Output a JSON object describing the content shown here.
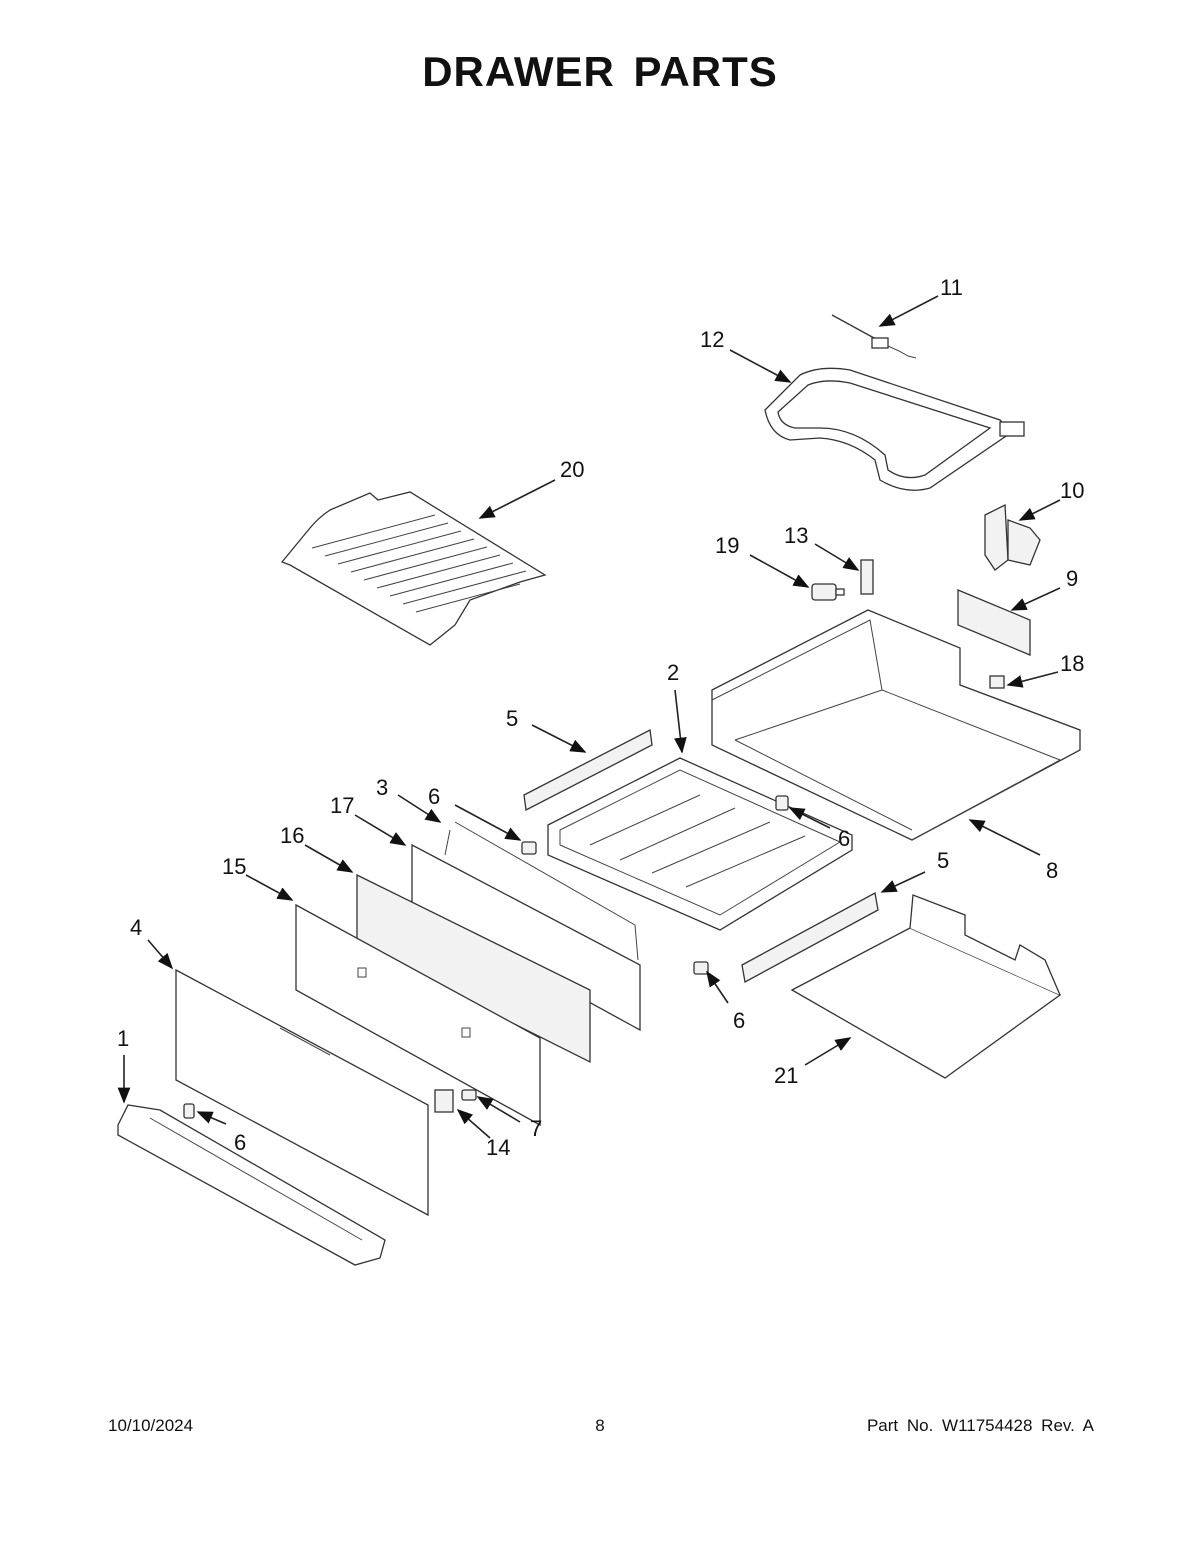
{
  "title": "DRAWER PARTS",
  "callouts": {
    "c1": "1",
    "c2": "2",
    "c3": "3",
    "c4": "4",
    "c5a": "5",
    "c5b": "5",
    "c6a": "6",
    "c6b": "6",
    "c6c": "6",
    "c6d": "6",
    "c7": "7",
    "c8": "8",
    "c9": "9",
    "c10": "10",
    "c11": "11",
    "c12": "12",
    "c13": "13",
    "c14": "14",
    "c15": "15",
    "c16": "16",
    "c17": "17",
    "c18": "18",
    "c19": "19",
    "c20": "20",
    "c21": "21"
  },
  "footer": {
    "date": "10/10/2024",
    "page": "8",
    "part_no": "Part No.  W11754428  Rev.  A"
  }
}
